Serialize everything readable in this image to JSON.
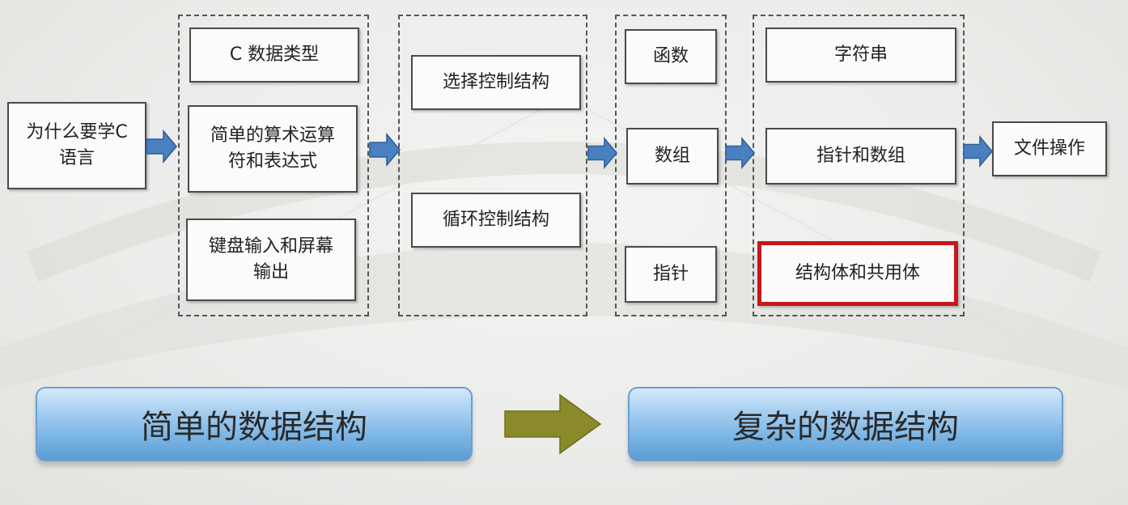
{
  "nodes": {
    "why_c": "为什么要学C语言",
    "group1": [
      "C 数据类型",
      "简单的算术运算符和表达式",
      "键盘输入和屏幕输出"
    ],
    "group2": [
      "选择控制结构",
      "循环控制结构"
    ],
    "group3": [
      "函数",
      "数组",
      "指针"
    ],
    "group4": [
      "字符串",
      "指针和数组",
      "结构体和共用体"
    ],
    "file_ops": "文件操作"
  },
  "banners": {
    "simple": "简单的数据结构",
    "complex": "复杂的数据结构"
  },
  "highlighted_node": "结构体和共用体",
  "colors": {
    "highlight": "#c8161d",
    "arrow_blue": "#4a7fc0",
    "banner_blue": "#78b3e3",
    "arrow_olive": "#8a8a2a"
  }
}
